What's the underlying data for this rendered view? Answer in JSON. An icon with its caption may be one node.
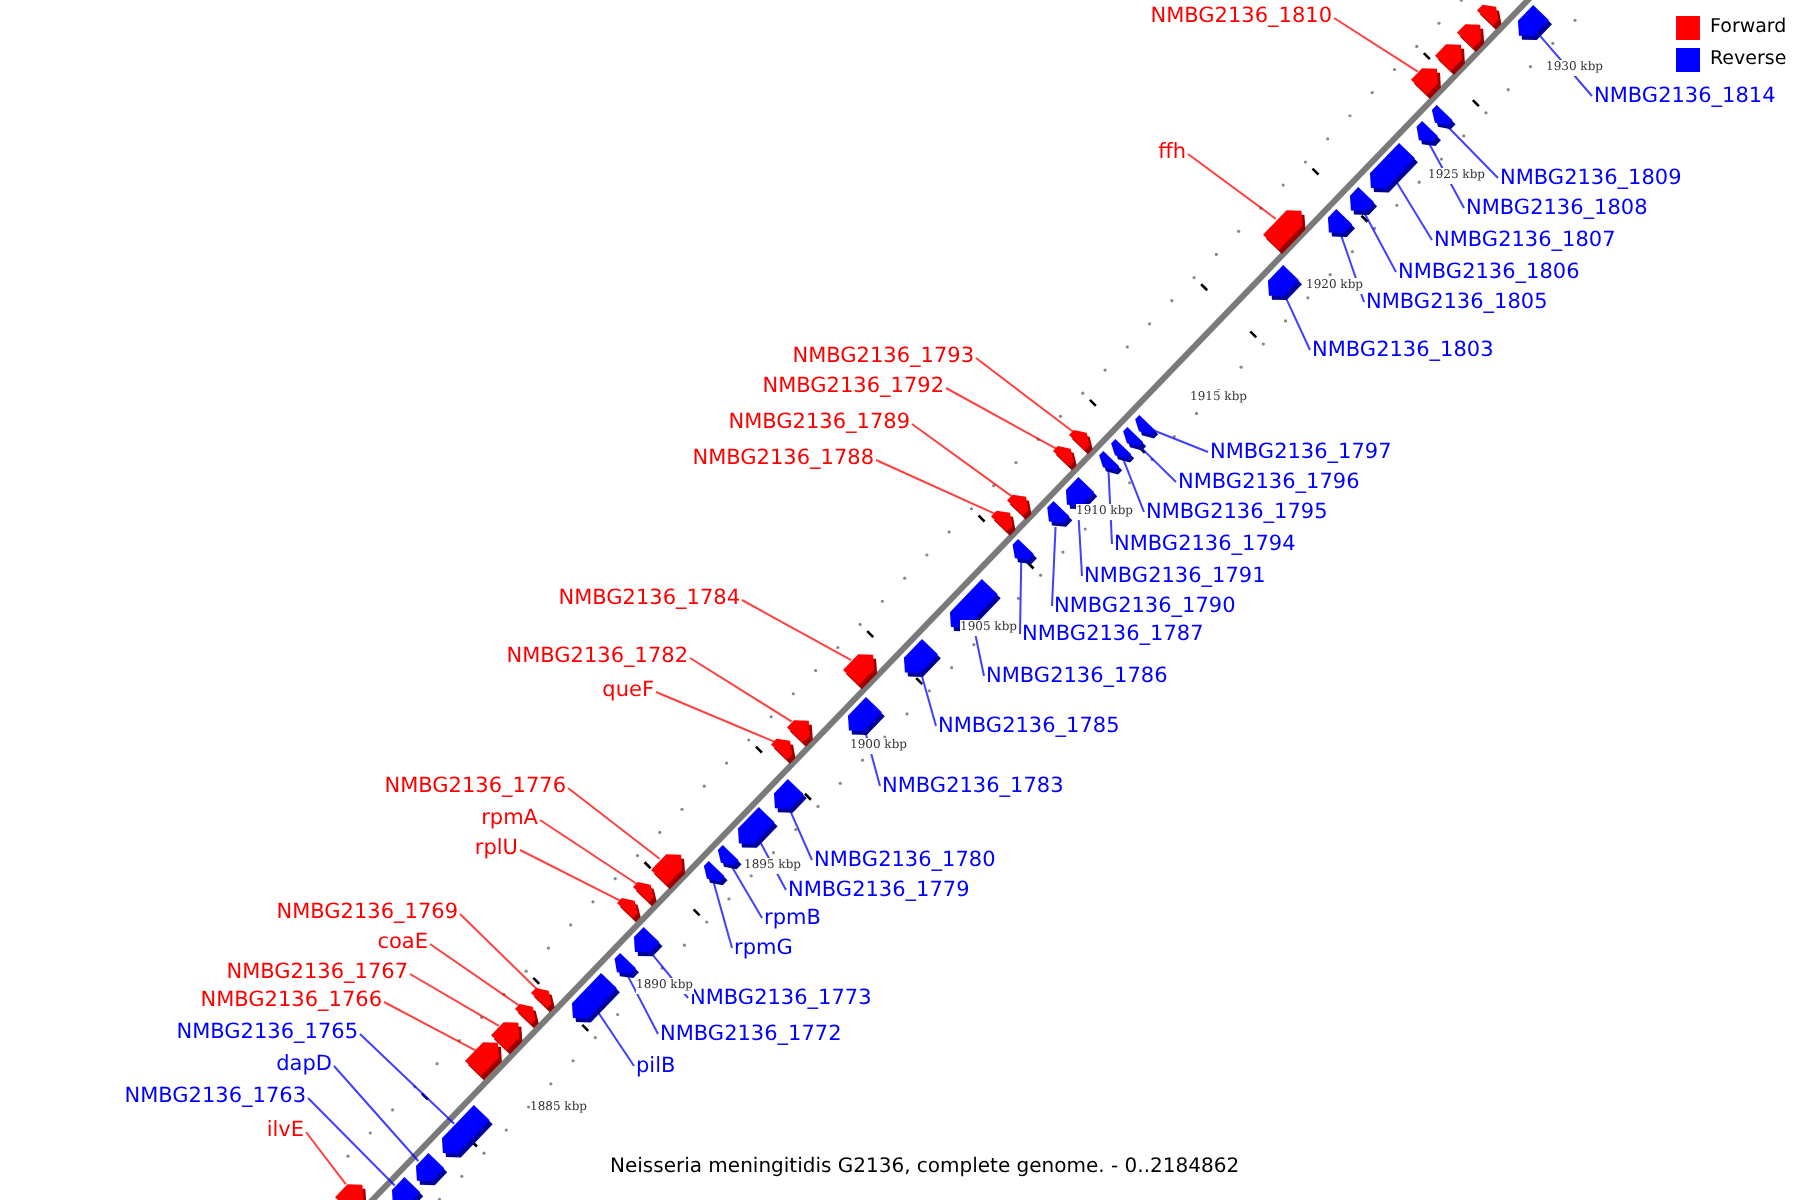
{
  "diagram": {
    "caption": "Neisseria meningitidis G2136, complete genome. - 0..2184862",
    "nodes": [
      {
        "text": [
          "NMBG2136_1810"
        ]
      },
      {
        "text": [
          "NMBG2136_1814"
        ]
      },
      {
        "text": [
          "ffh"
        ]
      },
      {
        "text": [
          "NMBG2136_1809"
        ]
      },
      {
        "text": [
          "NMBG2136_1808"
        ]
      },
      {
        "text": [
          "NMBG2136_1807"
        ]
      },
      {
        "text": [
          "NMBG2136_1806"
        ]
      },
      {
        "text": [
          "NMBG2136_1805"
        ]
      },
      {
        "text": [
          "NMBG2136_1803"
        ]
      },
      {
        "text": [
          "NMBG2136_1793"
        ]
      },
      {
        "text": [
          "NMBG2136_1792"
        ]
      },
      {
        "text": [
          "NMBG2136_1789"
        ]
      },
      {
        "text": [
          "NMBG2136_1797"
        ]
      },
      {
        "text": [
          "NMBG2136_1788"
        ]
      },
      {
        "text": [
          "NMBG2136_1796"
        ]
      },
      {
        "text": [
          "NMBG2136_1795"
        ]
      },
      {
        "text": [
          "NMBG2136_1794"
        ]
      },
      {
        "text": [
          "NMBG2136_1791"
        ]
      },
      {
        "text": [
          "NMBG2136_1784"
        ]
      },
      {
        "text": [
          "NMBG2136_1790"
        ]
      },
      {
        "text": [
          "NMBG2136_1787"
        ]
      },
      {
        "text": [
          "NMBG2136_1782"
        ]
      },
      {
        "text": [
          "NMBG2136_1786"
        ]
      },
      {
        "text": [
          "queF"
        ]
      },
      {
        "text": [
          "NMBG2136_1785"
        ]
      },
      {
        "text": [
          "NMBG2136_1776"
        ]
      },
      {
        "text": [
          "NMBG2136_1783"
        ]
      },
      {
        "text": [
          "rpmA"
        ]
      },
      {
        "text": [
          "rplU"
        ]
      },
      {
        "text": [
          "NMBG2136_1780"
        ]
      },
      {
        "text": [
          "NMBG2136_1779"
        ]
      },
      {
        "text": [
          "NMBG2136_1769"
        ]
      },
      {
        "text": [
          "rpmB"
        ]
      },
      {
        "text": [
          "coaE"
        ]
      },
      {
        "text": [
          "rpmG"
        ]
      },
      {
        "text": [
          "NMBG2136_1767"
        ]
      },
      {
        "text": [
          "NMBG2136_1773"
        ]
      },
      {
        "text": [
          "NMBG2136_1766"
        ]
      },
      {
        "text": [
          "NMBG2136_1765"
        ]
      },
      {
        "text": [
          "NMBG2136_1772"
        ]
      },
      {
        "text": [
          "dapD"
        ]
      },
      {
        "text": [
          "pilB"
        ]
      },
      {
        "text": [
          "NMBG2136_1763"
        ]
      },
      {
        "text": [
          "ilvE"
        ]
      },
      {
        "text": [],
        "shape": "arrow"
      },
      {
        "text": [],
        "shape": "arrow"
      },
      {
        "text": [],
        "shape": "arrow"
      },
      {
        "text": [],
        "shape": "arrow"
      },
      {
        "text": [],
        "shape": "arrow"
      },
      {
        "text": [],
        "shape": "arrow"
      },
      {
        "text": [],
        "shape": "arrow"
      },
      {
        "text": [],
        "shape": "arrow"
      },
      {
        "text": [],
        "shape": "arrow"
      },
      {
        "text": [],
        "shape": "arrow"
      },
      {
        "text": [],
        "shape": "arrow"
      },
      {
        "text": [],
        "shape": "arrow"
      },
      {
        "text": [],
        "shape": "arrow"
      },
      {
        "text": [],
        "shape": "arrow"
      },
      {
        "text": [],
        "shape": "arrow"
      },
      {
        "text": [],
        "shape": "arrow"
      },
      {
        "text": [],
        "shape": "arrow"
      },
      {
        "text": [],
        "shape": "arrow"
      },
      {
        "text": [],
        "shape": "arrow"
      },
      {
        "text": [],
        "shape": "arrow"
      },
      {
        "text": [],
        "shape": "arrow"
      },
      {
        "text": [],
        "shape": "arrow"
      },
      {
        "text": [],
        "shape": "arrow"
      },
      {
        "text": [],
        "shape": "arrow"
      },
      {
        "text": [],
        "shape": "arrow"
      },
      {
        "text": [],
        "shape": "arrow"
      },
      {
        "text": [],
        "shape": "arrow"
      },
      {
        "text": [],
        "shape": "arrow"
      },
      {
        "text": [],
        "shape": "arrow"
      },
      {
        "text": [],
        "shape": "arrow"
      },
      {
        "text": [],
        "shape": "arrow"
      },
      {
        "text": [],
        "shape": "arrow"
      },
      {
        "text": [],
        "shape": "arrow"
      },
      {
        "text": [],
        "shape": "arrow"
      },
      {
        "text": [],
        "shape": "arrow"
      },
      {
        "text": [],
        "shape": "arrow"
      },
      {
        "text": [],
        "shape": "arrow"
      },
      {
        "text": [],
        "shape": "arrow"
      },
      {
        "text": [],
        "shape": "arrow"
      },
      {
        "text": [],
        "shape": "arrow"
      },
      {
        "text": [],
        "shape": "arrow"
      },
      {
        "text": [],
        "shape": "arrow"
      },
      {
        "text": [],
        "shape": "arrow"
      },
      {
        "text": [],
        "shape": "arrow"
      },
      {
        "text": [],
        "shape": "arrow"
      },
      {
        "text": [],
        "shape": "arrow"
      },
      {
        "text": [],
        "shape": "arrow"
      }
    ],
    "edges": [
      {
        "from": 0,
        "to": 48,
        "arrow": "none",
        "color": "#ff0000"
      },
      {
        "from": 1,
        "to": 45,
        "arrow": "none",
        "color": "#0000ff"
      },
      {
        "from": 2,
        "to": 54,
        "arrow": "none",
        "color": "#ff0000"
      },
      {
        "from": 3,
        "to": 49,
        "arrow": "none",
        "color": "#0000ff"
      },
      {
        "from": 4,
        "to": 50,
        "arrow": "none",
        "color": "#0000ff"
      },
      {
        "from": 5,
        "to": 51,
        "arrow": "none",
        "color": "#0000ff"
      },
      {
        "from": 6,
        "to": 52,
        "arrow": "none",
        "color": "#0000ff"
      },
      {
        "from": 7,
        "to": 53,
        "arrow": "none",
        "color": "#0000ff"
      },
      {
        "from": 8,
        "to": 55,
        "arrow": "none",
        "color": "#0000ff"
      },
      {
        "from": 9,
        "to": 56,
        "arrow": "none",
        "color": "#ff0000"
      },
      {
        "from": 10,
        "to": 57,
        "arrow": "none",
        "color": "#ff0000"
      },
      {
        "from": 11,
        "to": 62,
        "arrow": "none",
        "color": "#ff0000"
      },
      {
        "from": 12,
        "to": 58,
        "arrow": "none",
        "color": "#0000ff"
      },
      {
        "from": 13,
        "to": 63,
        "arrow": "none",
        "color": "#ff0000"
      },
      {
        "from": 14,
        "to": 59,
        "arrow": "none",
        "color": "#0000ff"
      },
      {
        "from": 15,
        "to": 60,
        "arrow": "none",
        "color": "#0000ff"
      },
      {
        "from": 16,
        "to": 61,
        "arrow": "none",
        "color": "#0000ff"
      },
      {
        "from": 17,
        "to": 64,
        "arrow": "none",
        "color": "#0000ff"
      },
      {
        "from": 18,
        "to": 68,
        "arrow": "none",
        "color": "#ff0000"
      },
      {
        "from": 19,
        "to": 65,
        "arrow": "none",
        "color": "#0000ff"
      },
      {
        "from": 20,
        "to": 66,
        "arrow": "none",
        "color": "#0000ff"
      },
      {
        "from": 21,
        "to": 70,
        "arrow": "none",
        "color": "#ff0000"
      },
      {
        "from": 22,
        "to": 67,
        "arrow": "none",
        "color": "#0000ff"
      },
      {
        "from": 23,
        "to": 71,
        "arrow": "none",
        "color": "#ff0000"
      },
      {
        "from": 24,
        "to": 69,
        "arrow": "none",
        "color": "#0000ff"
      },
      {
        "from": 25,
        "to": 75,
        "arrow": "none",
        "color": "#ff0000"
      },
      {
        "from": 26,
        "to": 72,
        "arrow": "none",
        "color": "#0000ff"
      },
      {
        "from": 27,
        "to": 78,
        "arrow": "none",
        "color": "#ff0000"
      },
      {
        "from": 28,
        "to": 79,
        "arrow": "none",
        "color": "#ff0000"
      },
      {
        "from": 29,
        "to": 73,
        "arrow": "none",
        "color": "#0000ff"
      },
      {
        "from": 30,
        "to": 74,
        "arrow": "none",
        "color": "#0000ff"
      },
      {
        "from": 31,
        "to": 82,
        "arrow": "none",
        "color": "#ff0000"
      },
      {
        "from": 32,
        "to": 76,
        "arrow": "none",
        "color": "#0000ff"
      },
      {
        "from": 33,
        "to": 83,
        "arrow": "none",
        "color": "#ff0000"
      },
      {
        "from": 34,
        "to": 77,
        "arrow": "none",
        "color": "#0000ff"
      },
      {
        "from": 35,
        "to": 85,
        "arrow": "none",
        "color": "#ff0000"
      },
      {
        "from": 36,
        "to": 80,
        "arrow": "none",
        "color": "#0000ff"
      },
      {
        "from": 37,
        "to": 86,
        "arrow": "none",
        "color": "#ff0000"
      },
      {
        "from": 38,
        "to": 87,
        "arrow": "none",
        "color": "#0000ff"
      },
      {
        "from": 39,
        "to": 81,
        "arrow": "none",
        "color": "#0000ff"
      },
      {
        "from": 40,
        "to": 88,
        "arrow": "none",
        "color": "#0000ff"
      },
      {
        "from": 41,
        "to": 84,
        "arrow": "none",
        "color": "#0000ff"
      },
      {
        "from": 42,
        "to": 89,
        "arrow": "none",
        "color": "#0000ff"
      },
      {
        "from": 43,
        "to": 90,
        "arrow": "none",
        "color": "#ff0000"
      }
    ],
    "labels": [
      "1930 kbp",
      "1925 kbp",
      "1920 kbp",
      "1915 kbp",
      "1910 kbp",
      "1905 kbp",
      "1900 kbp",
      "1895 kbp",
      "1890 kbp",
      "1885 kbp"
    ],
    "legend": [
      {
        "text": "Forward",
        "color": "#ff0000"
      },
      {
        "text": "Reverse",
        "color": "#0000ff"
      }
    ]
  }
}
